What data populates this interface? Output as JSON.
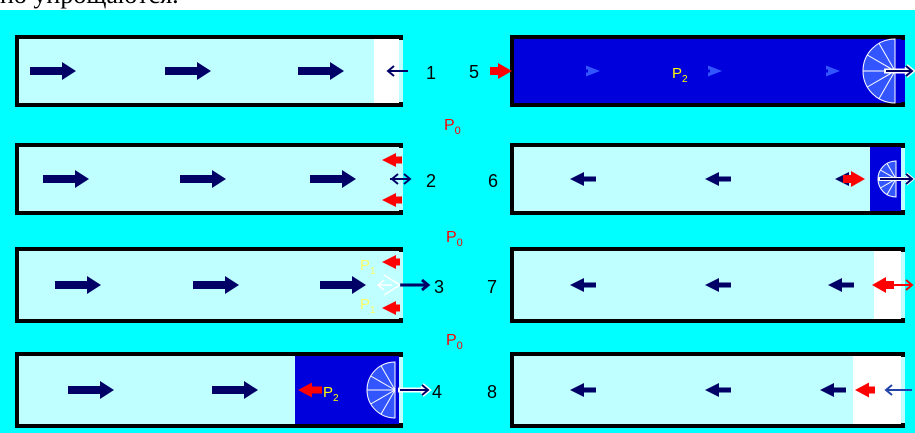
{
  "header": {
    "text": "но упрощаются."
  },
  "colors": {
    "background": "#00ffff",
    "pipe_fill": "#bfffff",
    "pipe_wall": "#000000",
    "compressed": "#0000dd",
    "arrow_main": "#000066",
    "arrow_red": "#ff0000",
    "pressure_label": "#ff0000",
    "p_boundary_label": "#ffff66",
    "p2_label": "#ffff00",
    "gap": "#ffffff"
  },
  "figure": {
    "labels": {
      "p0": "P0",
      "p1": "P1",
      "p2": "P2"
    },
    "frames": [
      {
        "number": "1",
        "flow": "right",
        "state": "gap-at-end"
      },
      {
        "number": "2",
        "flow": "right",
        "state": "impact"
      },
      {
        "number": "3",
        "flow": "right",
        "state": "pressure-rise"
      },
      {
        "number": "4",
        "flow": "right",
        "state": "partly-compressed"
      },
      {
        "number": "5",
        "flow": "stopped",
        "state": "fully-compressed"
      },
      {
        "number": "6",
        "flow": "left",
        "state": "decompression"
      },
      {
        "number": "7",
        "flow": "left",
        "state": "reverse-flow"
      },
      {
        "number": "8",
        "flow": "left",
        "state": "gap-at-end"
      }
    ]
  }
}
